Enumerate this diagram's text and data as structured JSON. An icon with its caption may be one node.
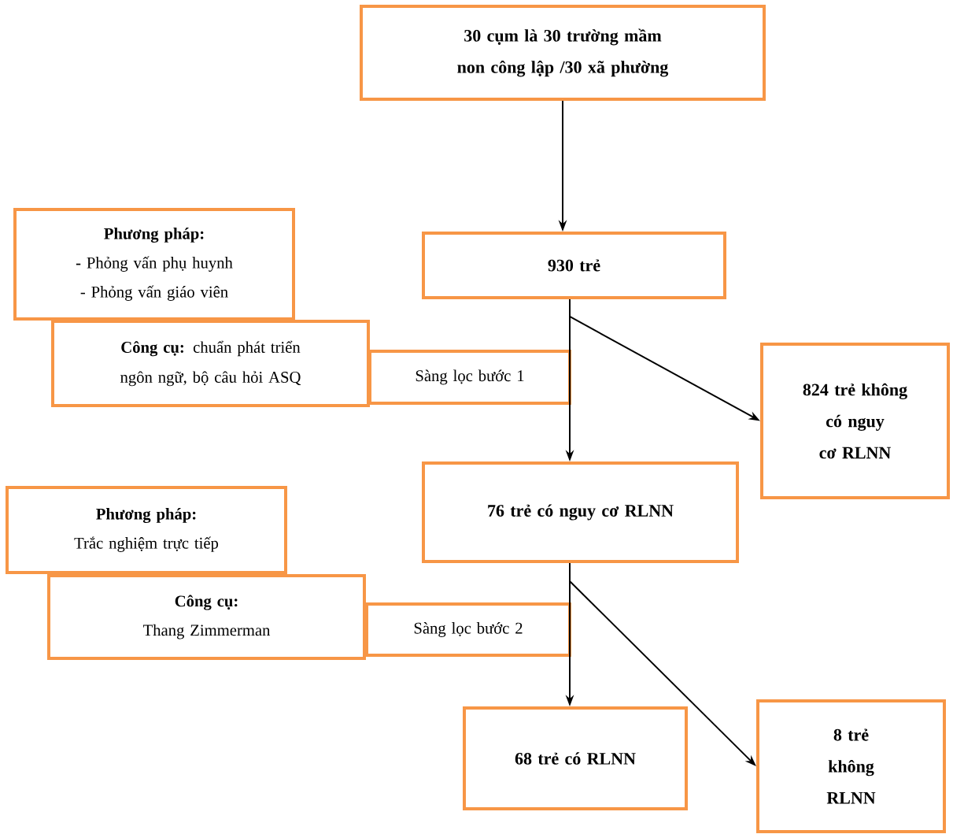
{
  "diagram": {
    "nodes": [
      {
        "text": [
          "30 cụm là 30 trường mầm non công lập /30 xã phường"
        ]
      },
      {
        "text": [
          "930 trẻ"
        ]
      },
      {
        "text": [
          "Phương pháp:",
          "**-** Phỏng vấn phụ huynh",
          "- Phỏng vấn giáo viên"
        ]
      },
      {
        "text": [
          "**Công cụ:** chuẩn phát triển ngôn ngữ, bộ câu hỏi ASQ"
        ]
      },
      {
        "text": [
          "Sàng lọc bước 1"
        ]
      },
      {
        "text": [
          "824 trẻ không có nguy cơ RLNN"
        ]
      },
      {
        "text": [
          "76 trẻ có nguy cơ RLNN"
        ]
      },
      {
        "text": [
          "Phương pháp:",
          "Trắc nghiệm trực tiếp"
        ]
      },
      {
        "text": [
          "Công cụ:",
          "Thang Zimmerman"
        ]
      },
      {
        "text": [
          "Sàng lọc bước 2"
        ]
      },
      {
        "text": [
          "68 trẻ có RLNN"
        ]
      },
      {
        "text": [
          "8 trẻ không RLNN"
        ]
      }
    ],
    "edges": [
      {
        "from": 0,
        "to": 1,
        "arrow": "to"
      },
      {
        "from": 1,
        "to": 6,
        "arrow": "to"
      },
      {
        "from": 1,
        "to": 5,
        "arrow": "to"
      },
      {
        "from": 6,
        "to": 10,
        "arrow": "to"
      },
      {
        "from": 6,
        "to": 11,
        "arrow": "to"
      }
    ]
  }
}
